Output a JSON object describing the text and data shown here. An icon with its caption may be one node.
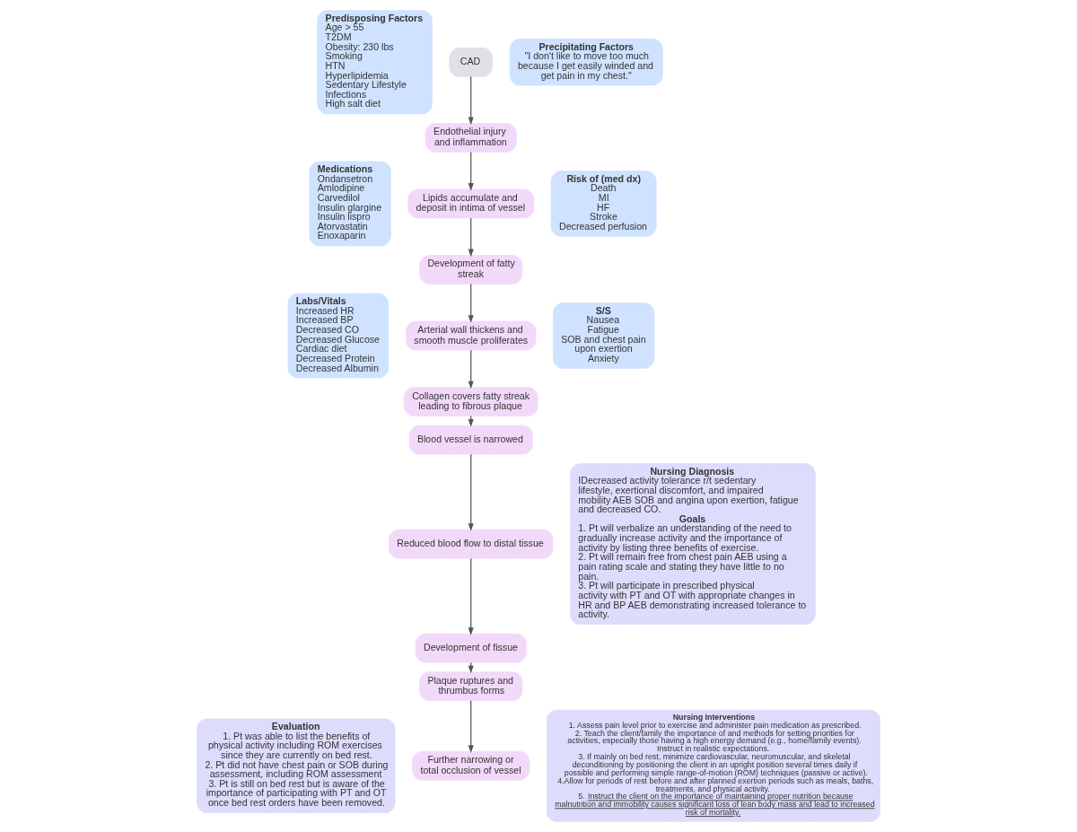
{
  "diagram": {
    "nodes": [
      {
        "text": [
          "Predisposing Factors",
          "Age > 55",
          "T2DM",
          "Obesity: 230 lbs",
          "Smoking",
          "HTN",
          "Hyperlipidemia",
          "Sedentary Lifestyle",
          "Infections",
          "High salt diet"
        ]
      },
      {
        "text": [
          "Medications",
          "Ondansetron",
          "Amlodipine",
          "Carvedilol",
          "Insulin glargine",
          "Insulin lispro",
          "Atorvastatin",
          "Enoxaparin"
        ]
      },
      {
        "text": [
          "Labs/Vitals",
          "Increased HR",
          "Increased BP",
          "Decreased CO",
          "Decreased Glucose",
          "Cardiac diet",
          "Decreased Protein",
          "Decreased Albumin"
        ]
      },
      {
        "text": [
          "Evaluation",
          "1. Pt was able to list the benefits of physical activity including ROM exercises since they are currently on bed rest.",
          "2. Pt did not have chest pain or SOB during assessment, including ROM assessment",
          "3. Pt is still on bed rest but is aware of the importance of participating with PT and OT once bed rest orders have been removed."
        ]
      },
      {
        "text": [
          "CAD"
        ]
      },
      {
        "text": [
          "Endothelial injury and inflammation"
        ]
      },
      {
        "text": [
          "Lipids accumulate and deposit in intima of vessel"
        ]
      },
      {
        "text": [
          "Development of fatty streak"
        ]
      },
      {
        "text": [
          "Arterial wall thickens and smooth muscle proliferates"
        ]
      },
      {
        "text": [
          "Collagen covers fatty streak leading to fibrous plaque"
        ]
      },
      {
        "text": [
          "Blood vessel is narrowed"
        ]
      },
      {
        "text": [
          "Reduced blood flow to distal tissue"
        ]
      },
      {
        "text": [
          "Development of fissue"
        ]
      },
      {
        "text": [
          "Plaque ruptures and thrumbus forms"
        ]
      },
      {
        "text": [
          "Further narrowing or total occlusion of vessel"
        ]
      },
      {
        "text": [
          "Precipitating Factors",
          "\"I don't like to move too much because I get easily winded and get pain in my chest.\""
        ]
      },
      {
        "text": [
          "Risk of (med dx)",
          "Death",
          "MI",
          "HF",
          "Stroke",
          "Decreased perfusion"
        ]
      },
      {
        "text": [
          "S/S",
          "Nausea",
          "Fatigue",
          "SOB and chest pain upon exertion",
          "Anxiety"
        ]
      },
      {
        "text": [
          "Nursing Diagnosis",
          "IDecreased activity tolerance r/t sedentary lifestyle, exertional discomfort, and impaired mobility AEB SOB and angina upon exertion, fatigue and decreased CO.",
          "Goals",
          "1. Pt will verbalize an understanding of the need to gradually increase activity and the importance of activity by listing three benefits of exercise.",
          "2. Pt will remain free from chest pain AEB using a pain rating scale and stating they have little to no pain.",
          "3. Pt will participate in prescribed physical activity with PT and OT with appropriate changes in HR and BP AEB demonstrating increased tolerance to activity."
        ]
      },
      {
        "text": [
          "Nursing Interventions",
          "1. Assess pain level prior to exercise and administer pain medication as prescribed.",
          "2. Teach the client/family the importance of and methods for setting priorities for activities, especially those having a high energy demand (e.g., home/family events). Instruct in realistic expectations.",
          "3. If mainly on bed rest, minimize cardiovascular, neuromuscular, and skeletal deconditioning by positioning the client in an upright position several times daily if possible and performing simple range-of-motion (ROM) techniques (passive or active).",
          "4.Allow for periods of rest before and after planned exertion periods such as meals, baths, treatments, and physical activity.",
          "5. Instruct the client on the importance of maintaining proper nutrition because malnutrition and immobility causes significant loss of lean body mass and lead to increased risk of mortality."
        ]
      }
    ],
    "edges": [
      {
        "from": 4,
        "to": 5,
        "arrow": "to"
      },
      {
        "from": 5,
        "to": 6,
        "arrow": "to"
      },
      {
        "from": 6,
        "to": 7,
        "arrow": "to"
      },
      {
        "from": 7,
        "to": 8,
        "arrow": "to"
      },
      {
        "from": 8,
        "to": 9,
        "arrow": "to"
      },
      {
        "from": 9,
        "to": 10,
        "arrow": "to"
      },
      {
        "from": 10,
        "to": 11,
        "arrow": "to"
      },
      {
        "from": 11,
        "to": 12,
        "arrow": "to"
      },
      {
        "from": 12,
        "to": 13,
        "arrow": "to"
      },
      {
        "from": 13,
        "to": 14,
        "arrow": "to"
      }
    ]
  }
}
